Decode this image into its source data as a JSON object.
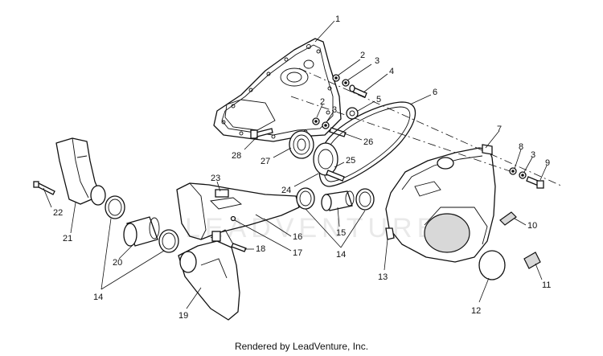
{
  "watermark": "LEADVENTURE",
  "footer": "Rendered by LeadVenture, Inc.",
  "callouts": [
    "1",
    "2",
    "3",
    "4",
    "5",
    "6",
    "2",
    "3",
    "26",
    "28",
    "27",
    "25",
    "24",
    "23",
    "7",
    "8",
    "3",
    "9",
    "10",
    "11",
    "12",
    "13",
    "14",
    "15",
    "16",
    "17",
    "18",
    "19",
    "20",
    "21",
    "22",
    "14"
  ]
}
